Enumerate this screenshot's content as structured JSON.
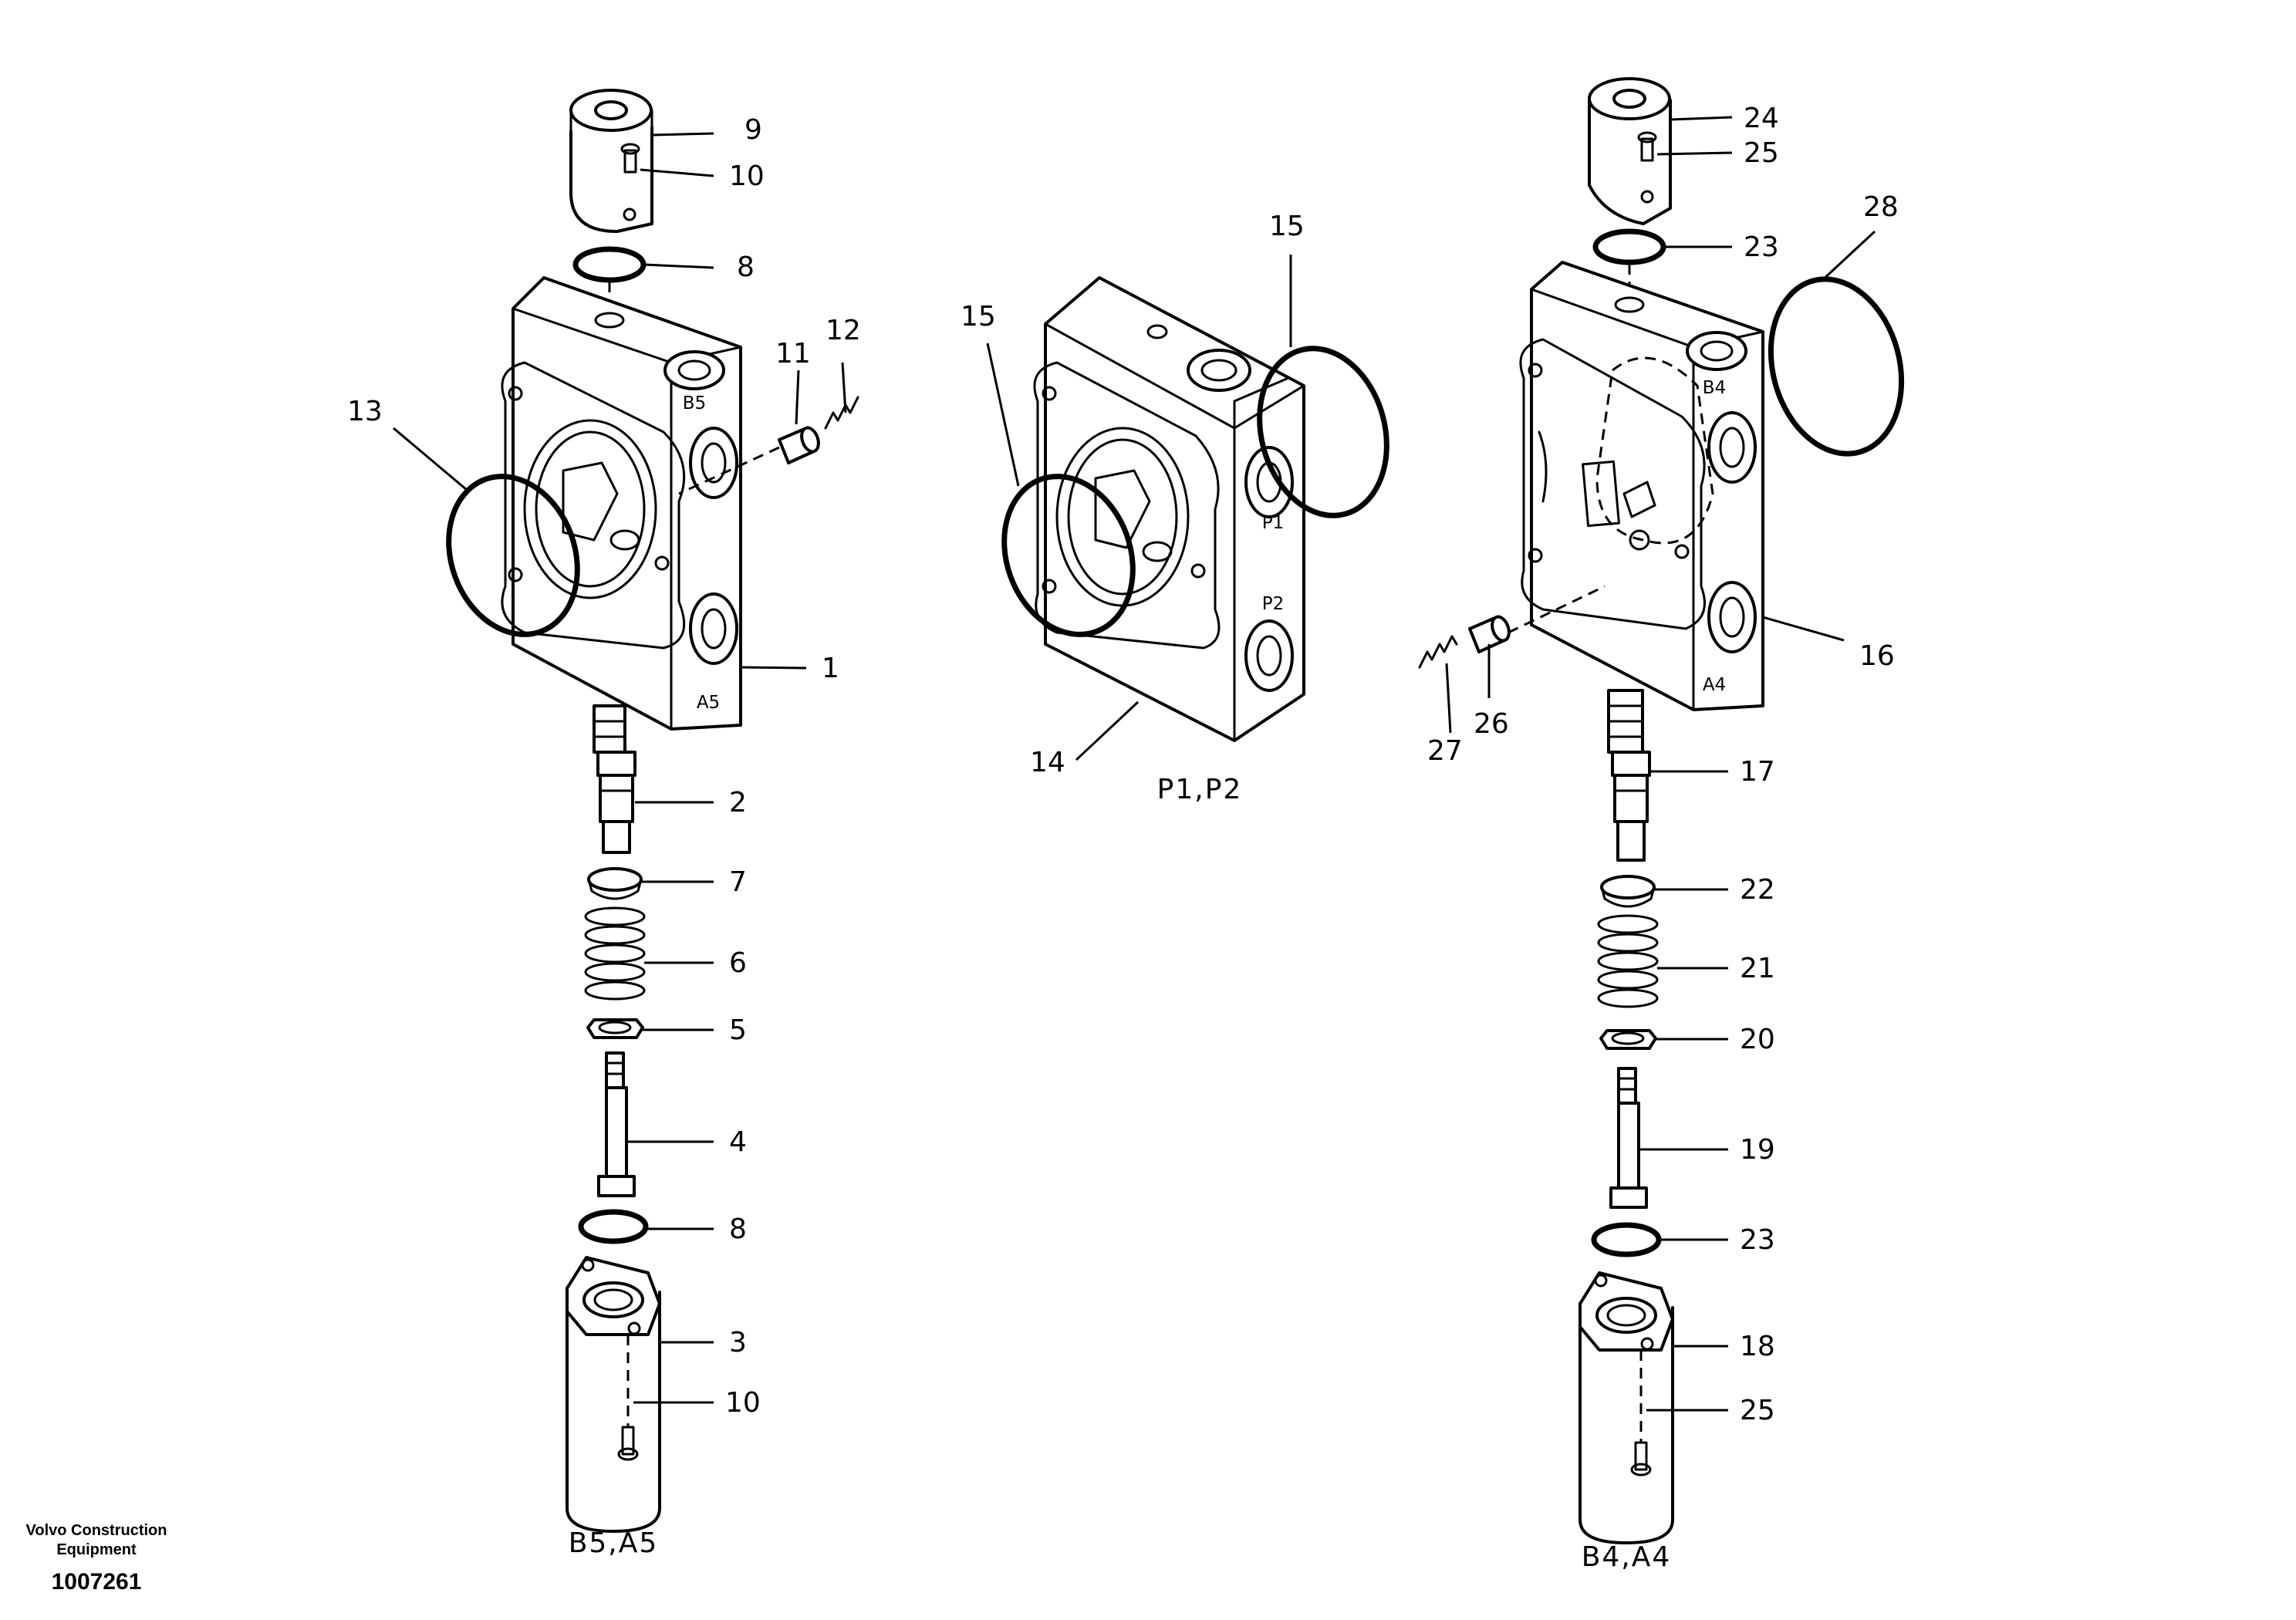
{
  "groups": {
    "left": {
      "caption": "B5,A5",
      "ports": {
        "b": "B5",
        "a": "A5"
      }
    },
    "middle": {
      "caption": "P1,P2",
      "ports": {
        "p1": "P1",
        "p2": "P2"
      }
    },
    "right": {
      "caption": "B4,A4",
      "ports": {
        "b": "B4",
        "a": "A4"
      }
    }
  },
  "callouts": {
    "left": [
      "9",
      "10",
      "8",
      "11",
      "12",
      "13",
      "1",
      "2",
      "7",
      "6",
      "5",
      "4",
      "8",
      "3",
      "10"
    ],
    "middle": [
      "15",
      "15",
      "14"
    ],
    "right": [
      "24",
      "25",
      "23",
      "28",
      "27",
      "26",
      "16",
      "17",
      "22",
      "21",
      "20",
      "19",
      "23",
      "18",
      "25"
    ]
  },
  "footer": {
    "maker_line1": "Volvo Construction",
    "maker_line2": "Equipment",
    "document_number": "1007261"
  }
}
